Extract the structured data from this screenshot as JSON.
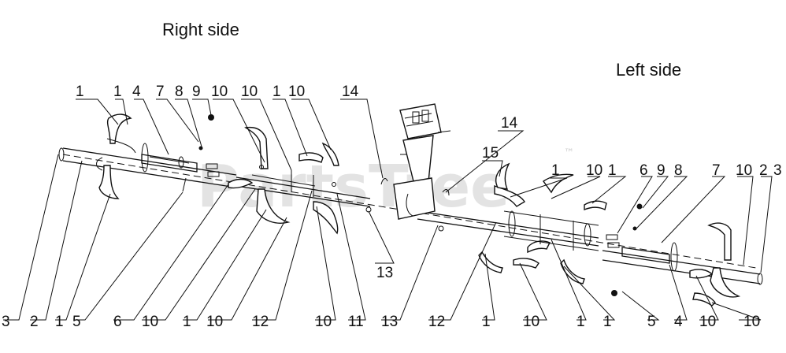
{
  "titles": {
    "right_side": "Right side",
    "left_side": "Left side"
  },
  "watermark": {
    "brand": "PartsTree",
    "trademark": "™"
  },
  "callouts_top": [
    "1",
    "1",
    "4",
    "7",
    "8",
    "9",
    "10",
    "10",
    "1",
    "10",
    "14",
    "14",
    "15",
    "1",
    "10",
    "1",
    "6",
    "9",
    "8",
    "7",
    "10",
    "2",
    "3"
  ],
  "callouts_bottom": [
    "3",
    "2",
    "1",
    "5",
    "6",
    "10",
    "1",
    "10",
    "12",
    "10",
    "11",
    "13",
    "13",
    "12",
    "1",
    "10",
    "1",
    "1",
    "5",
    "4",
    "10",
    "10"
  ]
}
